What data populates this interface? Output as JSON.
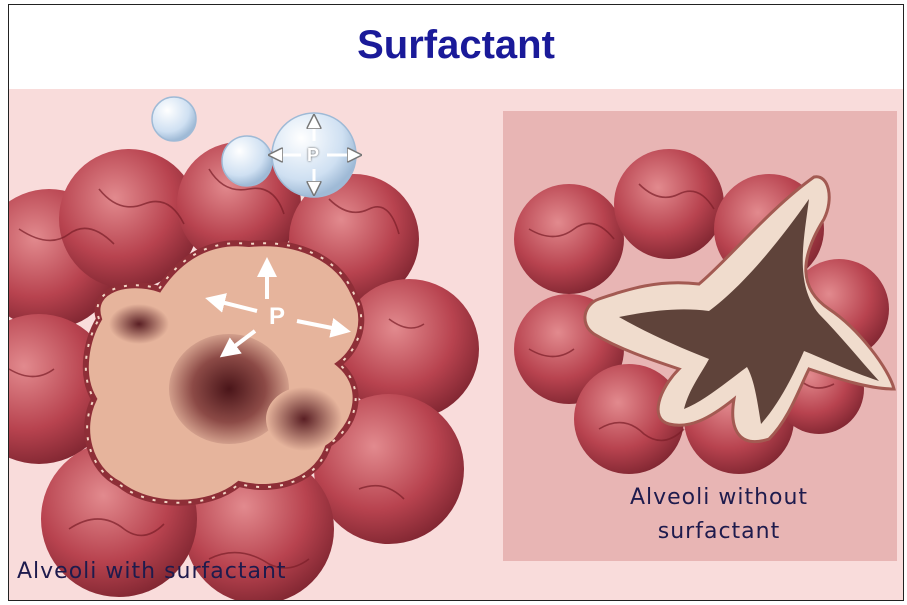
{
  "title": "Surfactant",
  "labels": {
    "with_surfactant": "Alveoli with surfactant",
    "without_surfactant": "Alveoli without surfactant",
    "pressure_symbol": "P"
  },
  "colors": {
    "title": "#1a1a99",
    "caption": "#1e1b4d",
    "panel_background": "#f9dcdb",
    "right_box_background": "#e8b5b4",
    "alveolus_outer": "#b8434f",
    "alveolus_interior": "#e6b49c",
    "air_space_dark": "#5a1f24",
    "bubble": "#cfe0f2"
  }
}
